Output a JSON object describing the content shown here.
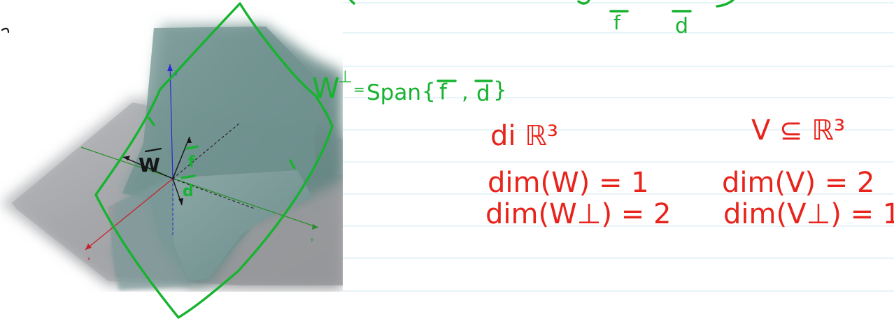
{
  "note": {
    "top_fragment": {
      "left": "f",
      "right": "d"
    },
    "span_statement": {
      "prefix": "W",
      "perp": "⊥",
      "equals": "=",
      "span_word": "Span",
      "open": "{",
      "vec_f": "f",
      "comma": ",",
      "vec_d": "d",
      "close": "}"
    },
    "left_column": {
      "header": "di ℝ³",
      "line1": "dim(W) = 1",
      "line2": "dim(W⊥) = 2"
    },
    "right_column": {
      "header": "V ⊆ ℝ³",
      "line1": "dim(V) = 2",
      "line2": "dim(V⊥) = 1"
    }
  },
  "figure": {
    "axes": {
      "x": "x",
      "y": "y",
      "z": "z"
    },
    "vector_labels": {
      "w": "W",
      "f": "f",
      "d": "d"
    }
  },
  "colors": {
    "red_ink": "#e8231b",
    "green_ink": "#17b330",
    "black_ink": "#161616",
    "ruled_line": "#cfe8f1",
    "plane_gray": "#a9aaab",
    "plane_teal": "#5f8583",
    "x_axis": "#c8202a",
    "y_axis": "#2a8d2a",
    "z_axis": "#2a2ad2"
  }
}
